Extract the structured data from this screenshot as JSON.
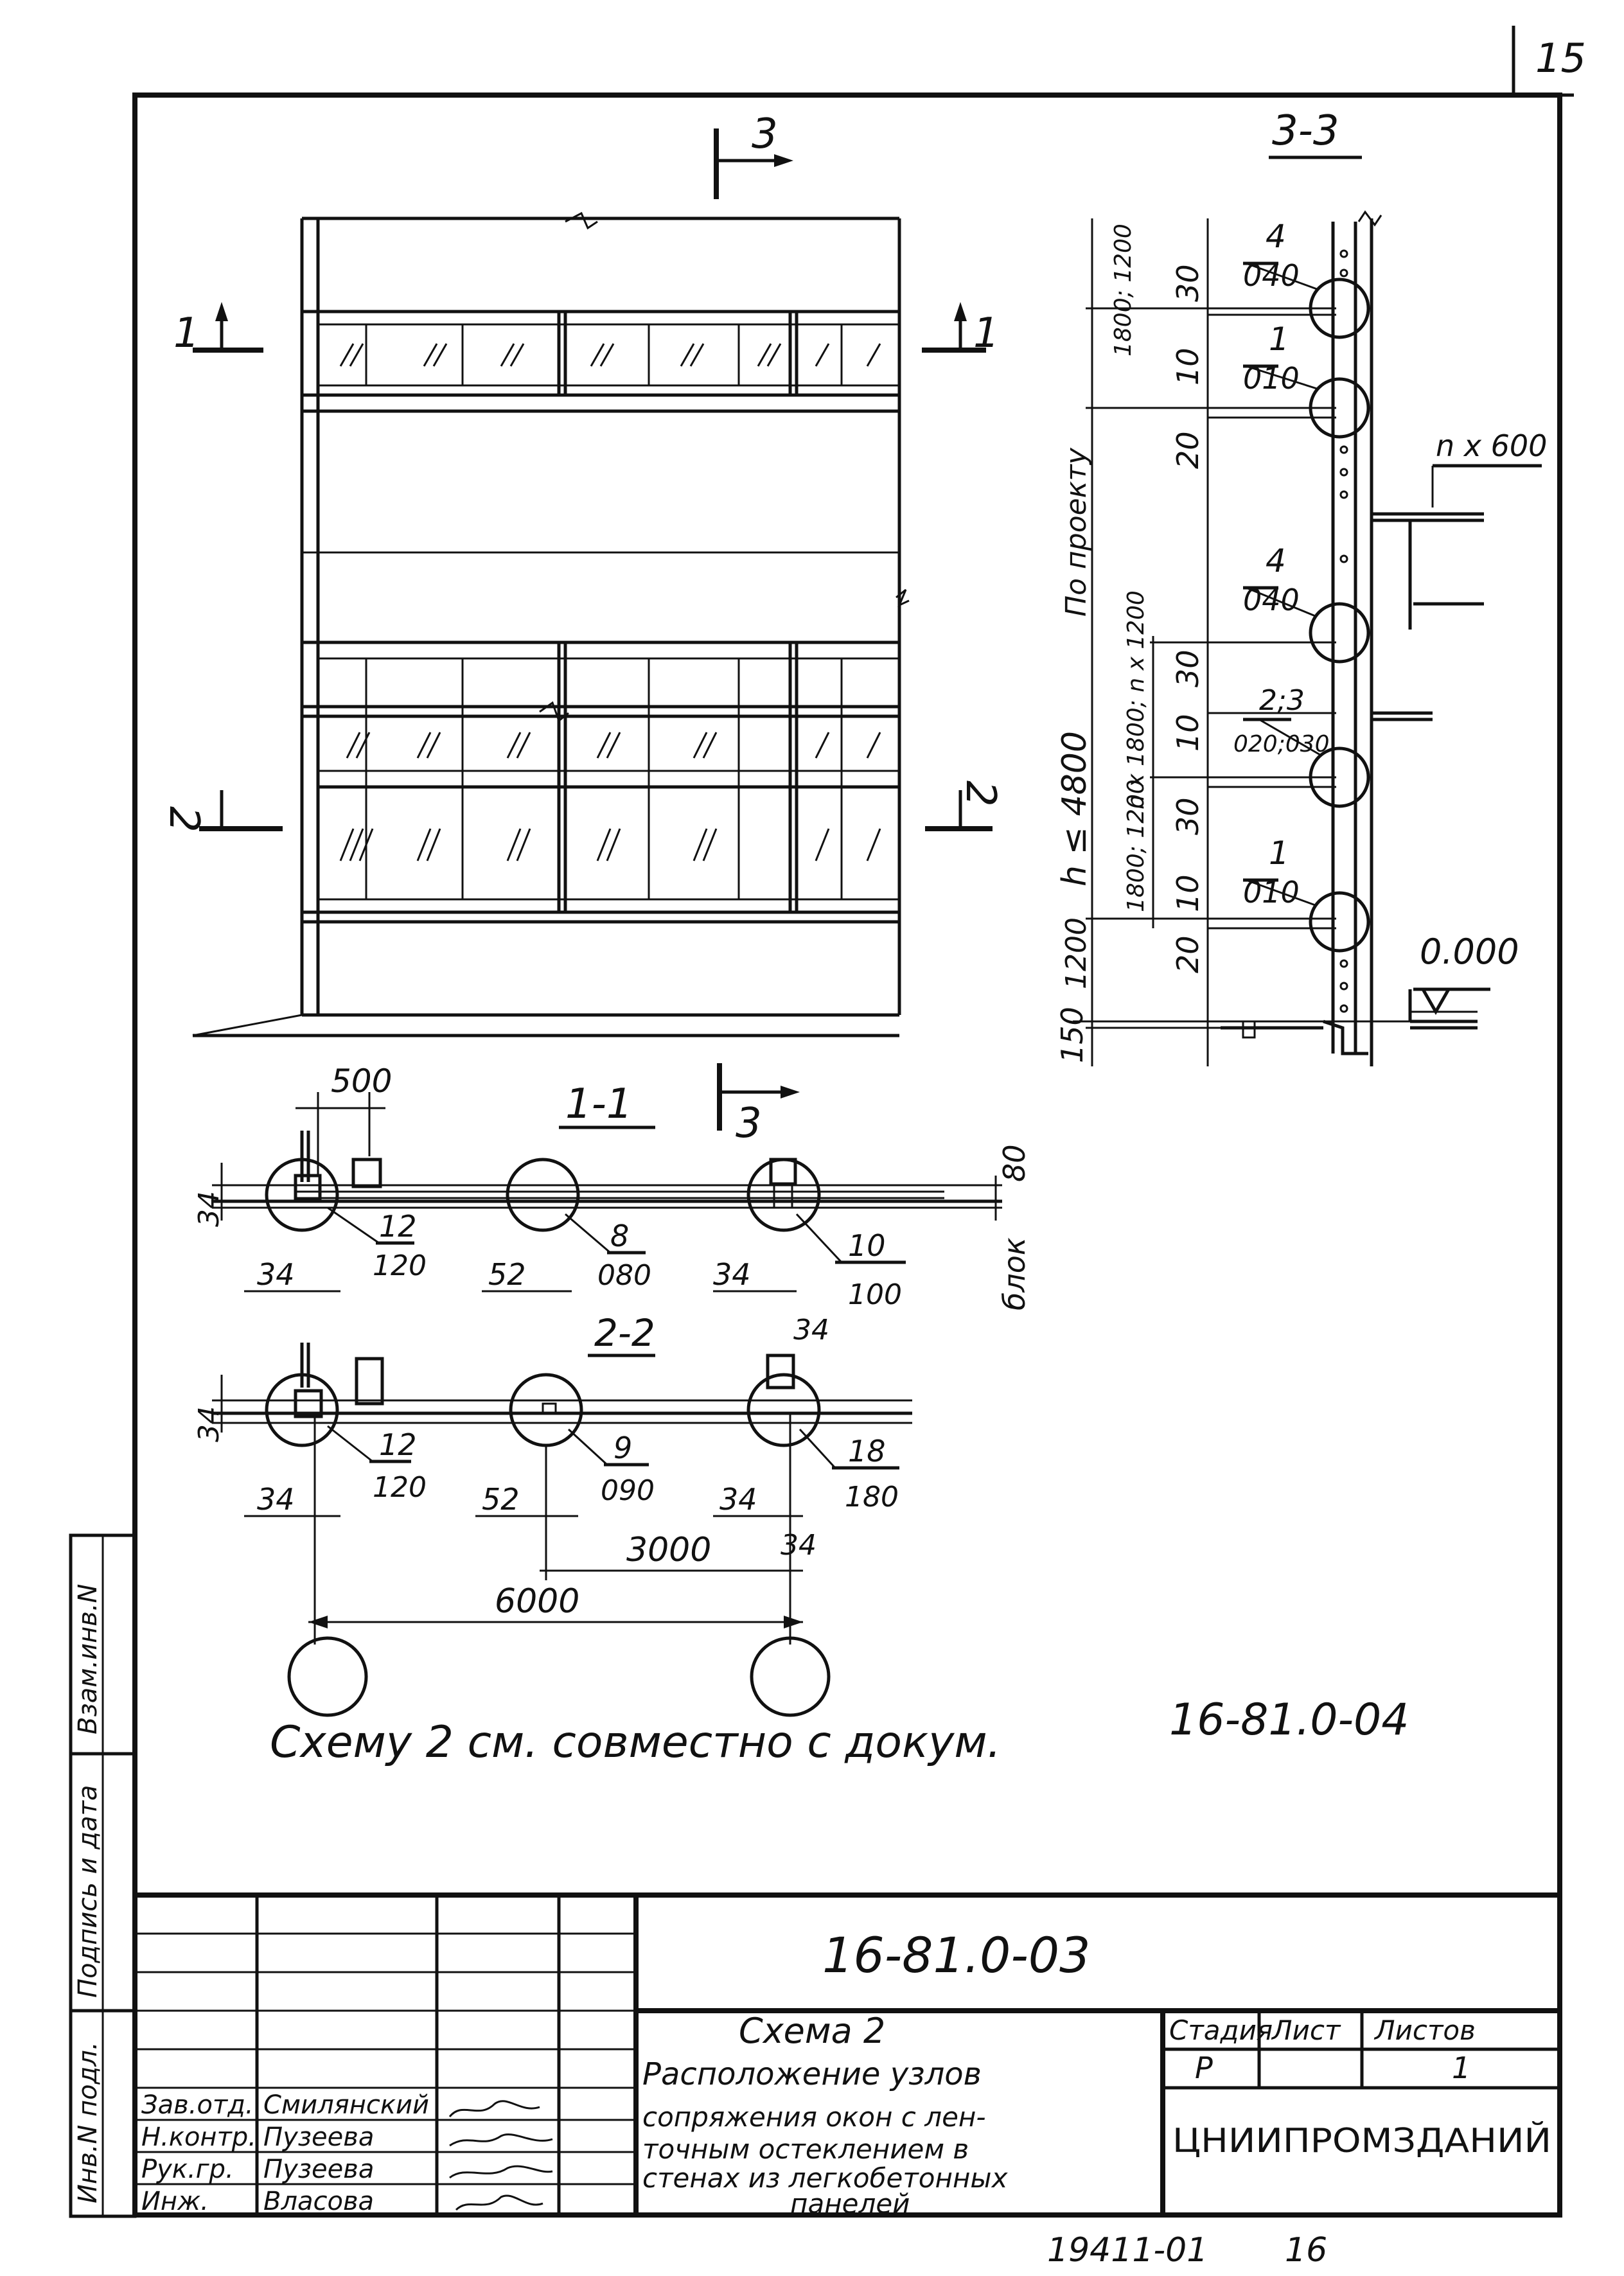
{
  "sheet": {
    "page_number": "15",
    "bottom_code": "19411-01",
    "bottom_number": "16"
  },
  "elevation": {
    "section_marks": [
      "1",
      "1",
      "2",
      "2",
      "3"
    ]
  },
  "section_33": {
    "title": "3-3",
    "callouts": [
      {
        "num": "4",
        "den": "040"
      },
      {
        "num": "1",
        "den": "010"
      },
      {
        "num": "4",
        "den": "040"
      },
      {
        "num": "2;3",
        "den": "020;030"
      },
      {
        "num": "1",
        "den": "010"
      }
    ],
    "dims": [
      "30",
      "10",
      "20",
      "30",
      "10",
      "30",
      "10",
      "20",
      "150"
    ],
    "side_dims": [
      "1800; 1200",
      "По проекту",
      "h ≤ 4800",
      "n x 1800; n x 1200",
      "1800; 1200",
      "1200"
    ],
    "level": "0.000",
    "spacing_label": "n x 600"
  },
  "section_11": {
    "title": "1-1",
    "top_dim": "500",
    "left_dim": "34",
    "right_dim": "80",
    "right_label": "блок",
    "callouts": [
      {
        "num": "12",
        "den": "120"
      },
      {
        "num": "8",
        "den": "080"
      },
      {
        "num": "10",
        "den": "100"
      }
    ],
    "bottom_dims": [
      "34",
      "52",
      "34"
    ]
  },
  "section_22": {
    "title": "2-2",
    "left_dim": "34",
    "callouts": [
      {
        "num": "12",
        "den": "120"
      },
      {
        "num": "9",
        "den": "090"
      },
      {
        "num": "18",
        "den": "180"
      }
    ],
    "bottom_dims": [
      "34",
      "52",
      "34",
      "34",
      "34"
    ],
    "span_half": "3000",
    "span_full": "6000"
  },
  "note": {
    "text": "Схему 2 см. совместно с докум.",
    "ref": "16-81.0-04"
  },
  "side_stamp": {
    "cells": [
      "Взам.инв.N",
      "Подпись и дата",
      "Инв.N подл."
    ]
  },
  "title_block": {
    "doc_code": "16-81.0-03",
    "roles": [
      "Зав.отд.",
      "Н.контр.",
      "Рук.гр.",
      "Инж."
    ],
    "names": [
      "Смилянский",
      "Пузеева",
      "Пузеева",
      "Власова"
    ],
    "title_line1": "Схема 2",
    "title_line2": "Расположение узлов",
    "title_line3": "сопряжения окон с лен-",
    "title_line4": "точным остеклением в",
    "title_line5": "стенах из легкобетонных",
    "title_line6": "панелей",
    "stage_label": "Стадия",
    "sheet_label": "Лист",
    "sheets_label": "Листов",
    "stage_value": "Р",
    "sheets_value": "1",
    "organization": "ЦНИИПРОМЗДАНИЙ"
  }
}
